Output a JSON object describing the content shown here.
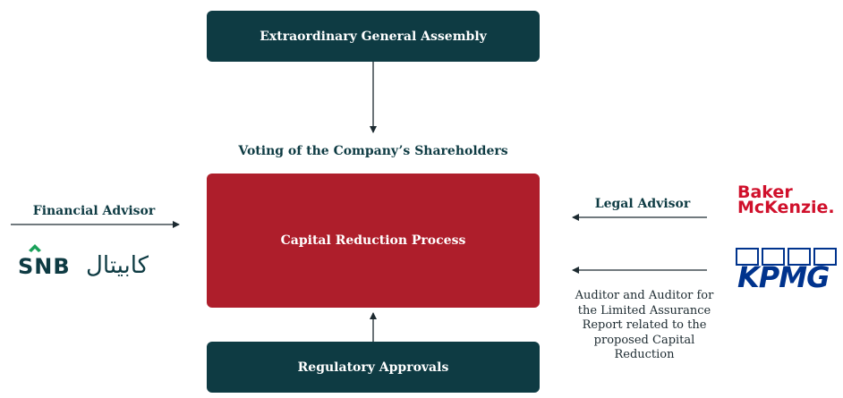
{
  "process": {
    "top_box": "Extraordinary General Assembly",
    "voting_label": "Voting of the Company’s Shareholders",
    "center_box": "Capital Reduction Process",
    "bottom_box": "Regulatory Approvals"
  },
  "left": {
    "role": "Financial Advisor",
    "logo_latin": "SNB",
    "logo_arabic": "كابيتال"
  },
  "right": {
    "legal_role": "Legal Advisor",
    "legal_logo_line1": "Baker",
    "legal_logo_line2": "McKenzie.",
    "auditor_role": "Auditor and Auditor for the Limited Assurance Report related to the proposed Capital Reduction",
    "auditor_logo": "KPMG"
  },
  "colors": {
    "dark_teal": "#0e3b43",
    "crimson": "#ae1e2b",
    "snb_green": "#1aa15a",
    "baker_red": "#d0102b",
    "kpmg_blue": "#00338d"
  }
}
